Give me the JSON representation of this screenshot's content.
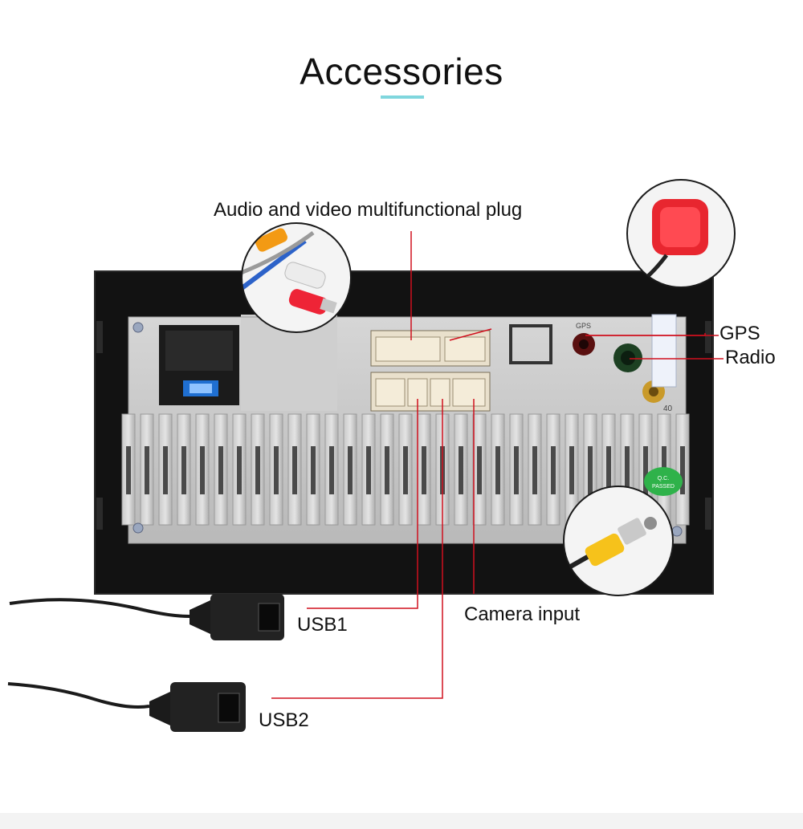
{
  "page": {
    "title": "Accessories",
    "accent_color": "#7fd6dd",
    "callout_color": "#d0101e"
  },
  "labels": {
    "av_plug": "Audio and video multifunctional plug",
    "gps": "GPS",
    "radio": "Radio",
    "usb1": "USB1",
    "camera": "Camera input",
    "usb2": "USB2"
  },
  "unit_markings": {
    "gps_port": "GPS",
    "qc_sticker": "Q.C.\nPASSED",
    "antenna_num": "40"
  },
  "icons": {
    "rca_inset": "rca-cables-icon",
    "gps_inset": "gps-antenna-icon",
    "camera_inset": "rca-yellow-plug-icon",
    "usb_cable": "usb-female-cable-icon"
  }
}
